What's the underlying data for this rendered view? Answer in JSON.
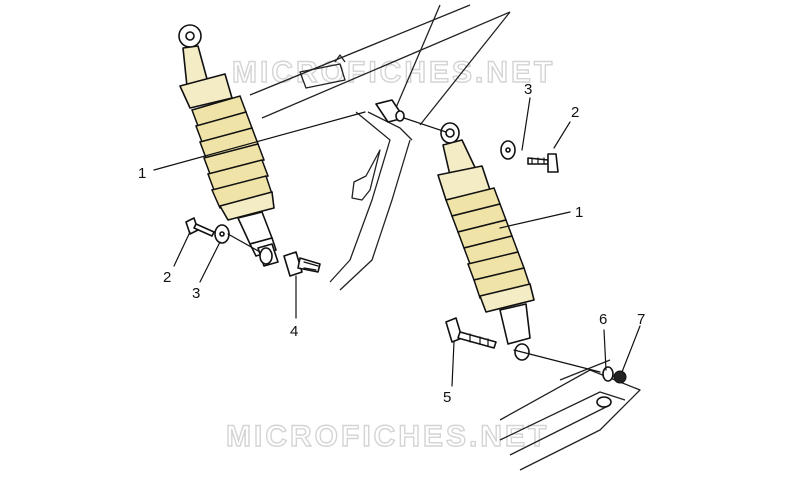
{
  "watermark": "MICROFICHES.NET",
  "callouts": {
    "c1_left": "1",
    "c1_right": "1",
    "c2_left": "2",
    "c2_right": "2",
    "c3_left": "3",
    "c3_right": "3",
    "c4": "4",
    "c5": "5",
    "c6": "6",
    "c7": "7"
  }
}
